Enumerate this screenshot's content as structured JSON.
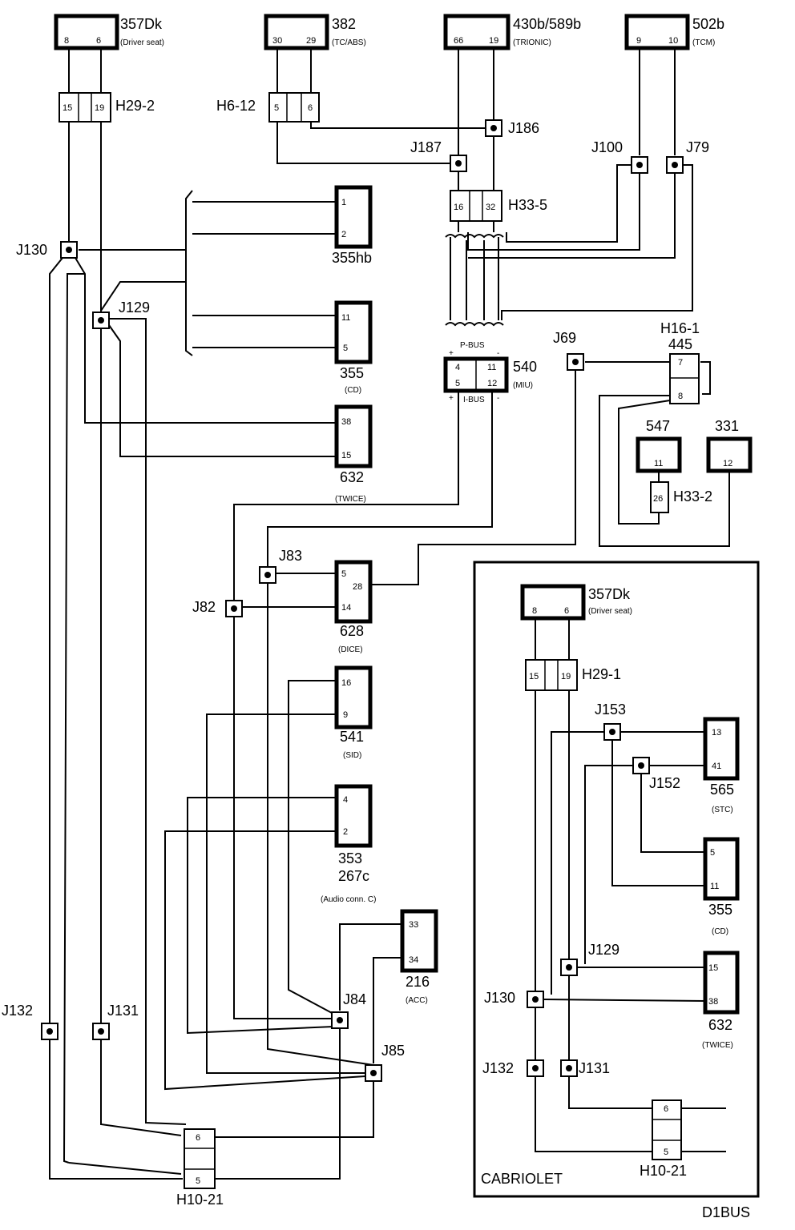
{
  "diagram": {
    "id": "D1BUS",
    "cabriolet_label": "CABRIOLET",
    "bus_labels": {
      "pbus": "P-BUS",
      "ibus": "I-BUS",
      "plus": "+",
      "minus": "-"
    },
    "components": {
      "c357dk_top": {
        "id": "357Dk",
        "desc": "(Driver seat)",
        "pins": [
          "8",
          "6"
        ]
      },
      "c382": {
        "id": "382",
        "desc": "(TC/ABS)",
        "pins": [
          "30",
          "29"
        ]
      },
      "c430b": {
        "id": "430b/589b",
        "desc": "(TRIONIC)",
        "pins": [
          "66",
          "19"
        ]
      },
      "c502b": {
        "id": "502b",
        "desc": "(TCM)",
        "pins": [
          "9",
          "10"
        ]
      },
      "c355hb": {
        "id": "355hb",
        "desc": "",
        "pins": [
          "1",
          "2"
        ]
      },
      "c355_left": {
        "id": "355",
        "desc": "(CD)",
        "pins": [
          "11",
          "5"
        ]
      },
      "c540": {
        "id": "540",
        "desc": "(MIU)",
        "pins": [
          "4",
          "11",
          "5",
          "12"
        ]
      },
      "c445": {
        "id": "445",
        "desc": "",
        "pins": [
          "7",
          "8"
        ]
      },
      "c547": {
        "id": "547",
        "desc": "",
        "pins": [
          "11"
        ]
      },
      "c331": {
        "id": "331",
        "desc": "",
        "pins": [
          "12"
        ]
      },
      "c632_left": {
        "id": "632",
        "desc": "(TWICE)",
        "pins": [
          "38",
          "15"
        ]
      },
      "c628": {
        "id": "628",
        "desc": "(DICE)",
        "pins": [
          "5",
          "14",
          "28"
        ]
      },
      "c541": {
        "id": "541",
        "desc": "(SID)",
        "pins": [
          "16",
          "9"
        ]
      },
      "c353": {
        "id": "353",
        "id2": "267c",
        "desc": "(Audio conn. C)",
        "pins": [
          "4",
          "2"
        ]
      },
      "c216": {
        "id": "216",
        "desc": "(ACC)",
        "pins": [
          "33",
          "34"
        ]
      },
      "c357dk_cab": {
        "id": "357Dk",
        "desc": "(Driver seat)",
        "pins": [
          "8",
          "6"
        ]
      },
      "c565": {
        "id": "565",
        "desc": "(STC)",
        "pins": [
          "13",
          "41"
        ]
      },
      "c355_cab": {
        "id": "355",
        "desc": "(CD)",
        "pins": [
          "5",
          "11"
        ]
      },
      "c632_cab": {
        "id": "632",
        "desc": "(TWICE)",
        "pins": [
          "15",
          "38"
        ]
      }
    },
    "connectors": {
      "h29_2": {
        "id": "H29-2",
        "pins": [
          "15",
          "19"
        ]
      },
      "h6_12": {
        "id": "H6-12",
        "pins": [
          "5",
          "6"
        ]
      },
      "h33_5": {
        "id": "H33-5",
        "pins": [
          "16",
          "32"
        ]
      },
      "h16_1": {
        "id": "H16-1"
      },
      "h33_2": {
        "id": "H33-2",
        "pins": [
          "26"
        ]
      },
      "h10_21_left": {
        "id": "H10-21",
        "pins": [
          "6",
          "5"
        ]
      },
      "h29_1": {
        "id": "H29-1",
        "pins": [
          "15",
          "19"
        ]
      },
      "h10_21_cab": {
        "id": "H10-21",
        "pins": [
          "6",
          "5"
        ]
      }
    },
    "junctions": {
      "j130": "J130",
      "j129": "J129",
      "j187": "J187",
      "j186": "J186",
      "j100": "J100",
      "j79": "J79",
      "j69": "J69",
      "j83": "J83",
      "j82": "J82",
      "j84": "J84",
      "j85": "J85",
      "j132": "J132",
      "j131": "J131",
      "j153": "J153",
      "j152": "J152",
      "j129c": "J129",
      "j130c": "J130",
      "j132c": "J132",
      "j131c": "J131"
    }
  }
}
